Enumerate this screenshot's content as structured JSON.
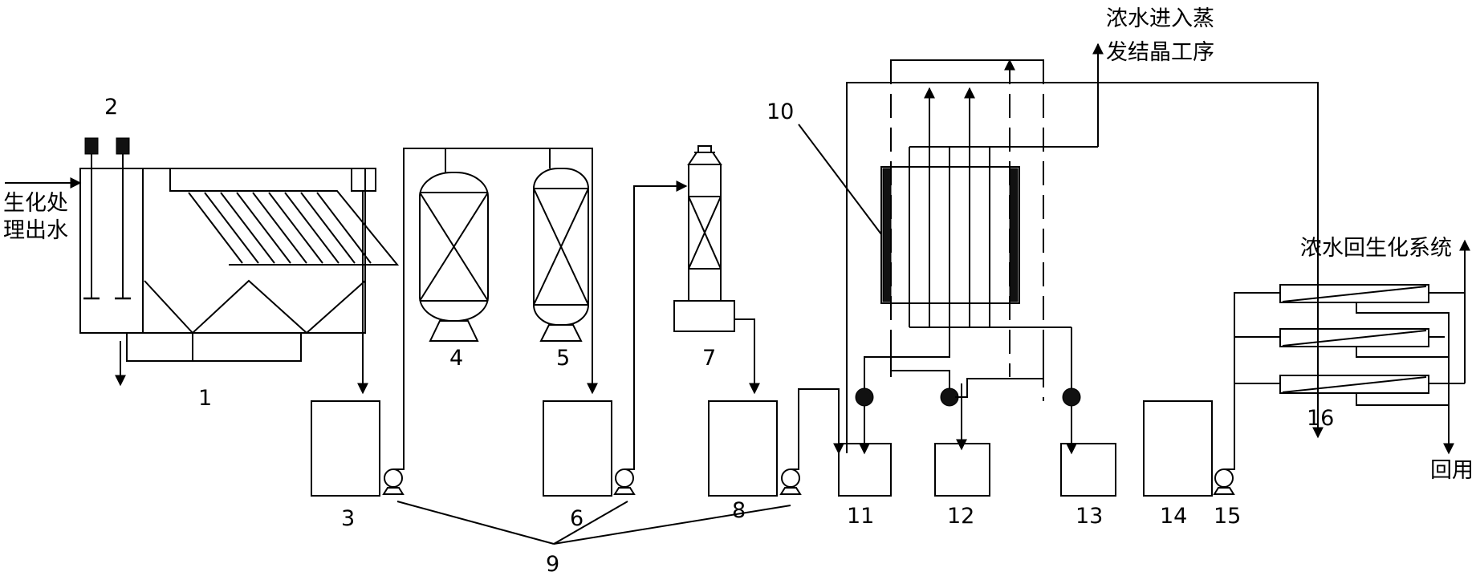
{
  "labels": {
    "inlet": [
      "生化处",
      "理出水"
    ],
    "concentrate_evap": [
      "浓水进入蒸",
      "发结晶工序"
    ],
    "concentrate_bio": "浓水回生化系统",
    "reuse": "回用"
  },
  "numbers": {
    "n1": "1",
    "n2": "2",
    "n3": "3",
    "n4": "4",
    "n5": "5",
    "n6": "6",
    "n7": "7",
    "n8": "8",
    "n9": "9",
    "n10": "10",
    "n11": "11",
    "n12": "12",
    "n13": "13",
    "n14": "14",
    "n15": "15",
    "n16": "16"
  }
}
